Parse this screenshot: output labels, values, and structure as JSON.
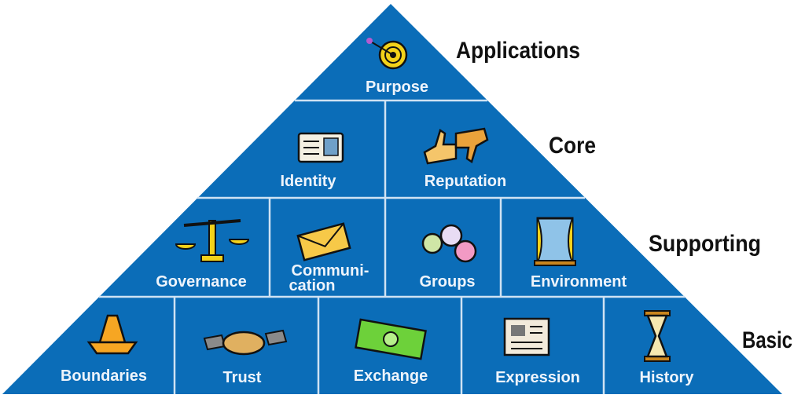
{
  "diagram": {
    "colors": {
      "fill": "#0b6db8",
      "divider": "#cfe2f3",
      "label": "#eef4fb",
      "tier": "#111111"
    },
    "tiers": [
      {
        "name": "Applications",
        "cells": [
          {
            "label": "Purpose",
            "icon": "target-icon"
          }
        ]
      },
      {
        "name": "Core",
        "cells": [
          {
            "label": "Identity",
            "icon": "id-card-icon"
          },
          {
            "label": "Reputation",
            "icon": "thumbs-icon"
          }
        ]
      },
      {
        "name": "Supporting",
        "cells": [
          {
            "label": "Governance",
            "icon": "scales-icon"
          },
          {
            "label_line1": "Communi-",
            "label_line2": "cation",
            "icon": "envelope-icon"
          },
          {
            "label": "Groups",
            "icon": "faces-icon"
          },
          {
            "label": "Environment",
            "icon": "window-icon"
          }
        ]
      },
      {
        "name": "Basic",
        "cells": [
          {
            "label": "Boundaries",
            "icon": "traffic-cone-icon"
          },
          {
            "label": "Trust",
            "icon": "handshake-icon"
          },
          {
            "label": "Exchange",
            "icon": "money-icon"
          },
          {
            "label": "Expression",
            "icon": "newspaper-icon"
          },
          {
            "label": "History",
            "icon": "hourglass-icon"
          }
        ]
      }
    ]
  }
}
